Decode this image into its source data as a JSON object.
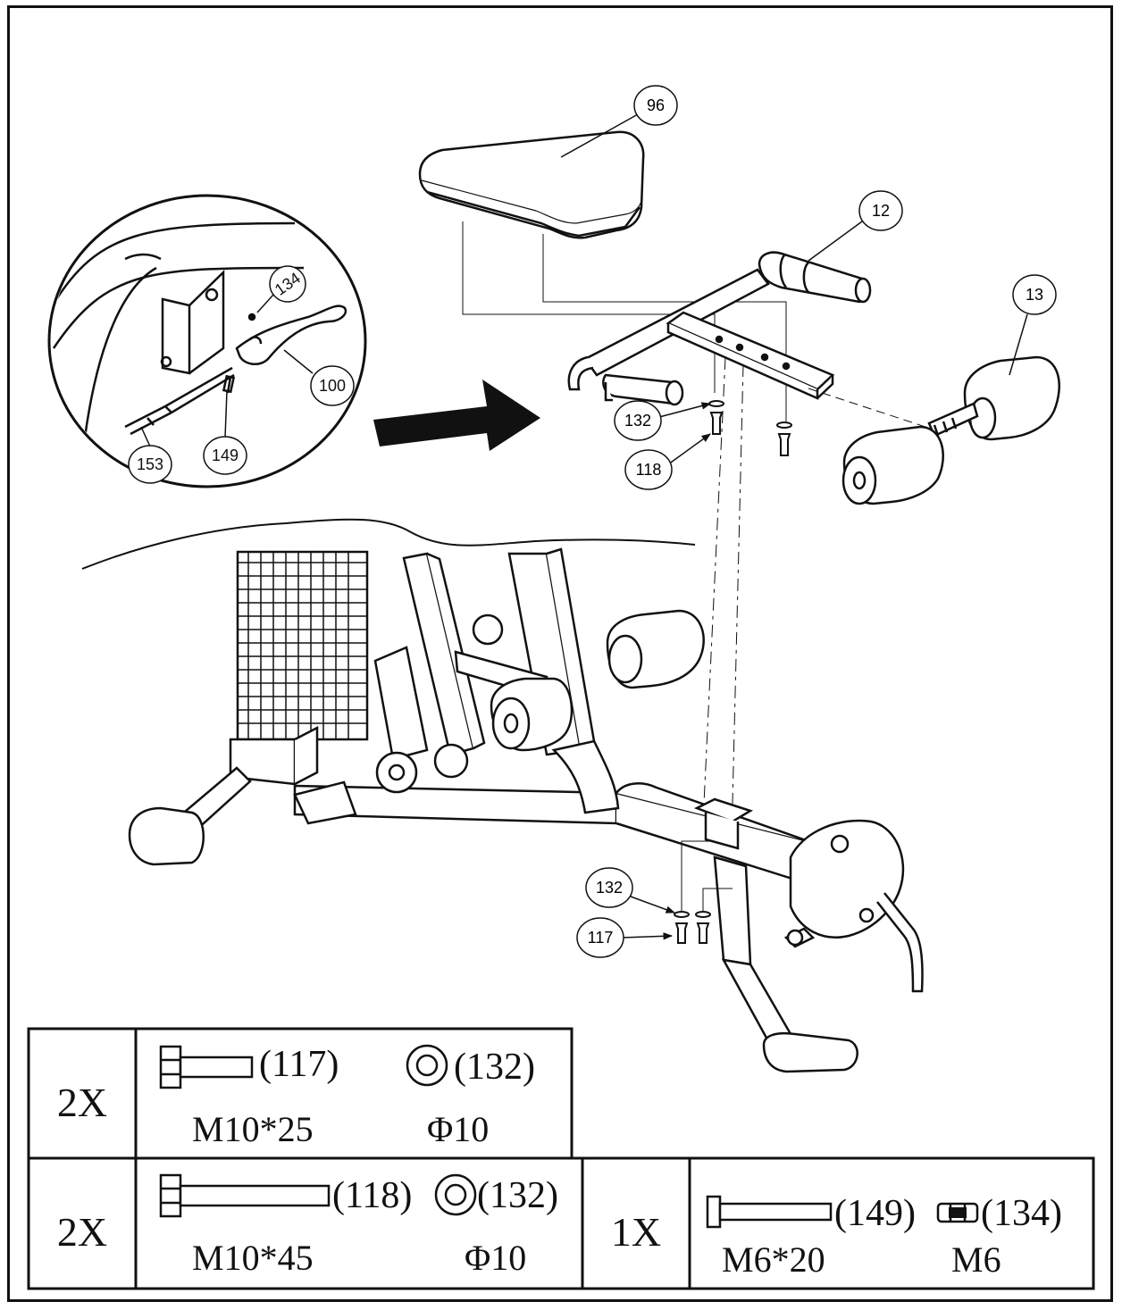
{
  "callouts": {
    "c96": "96",
    "c12": "12",
    "c13": "13",
    "c134": "134",
    "c100": "100",
    "c153": "153",
    "c149": "149",
    "c132_upper": "132",
    "c118": "118",
    "c132_lower": "132",
    "c117": "117"
  },
  "hardware": {
    "row1": {
      "qty": "2X",
      "bolt_part": "(117)",
      "bolt_spec": "M10*25",
      "washer_part": "(132)",
      "washer_spec": "Φ10"
    },
    "row2": {
      "qty": "2X",
      "bolt_part": "(118)",
      "bolt_spec": "M10*45",
      "washer_part": "(132)",
      "washer_spec": "Φ10"
    },
    "row3": {
      "qty": "1X",
      "bolt_part": "(149)",
      "bolt_spec": "M6*20",
      "nut_part": "(134)",
      "nut_spec": "M6"
    }
  }
}
